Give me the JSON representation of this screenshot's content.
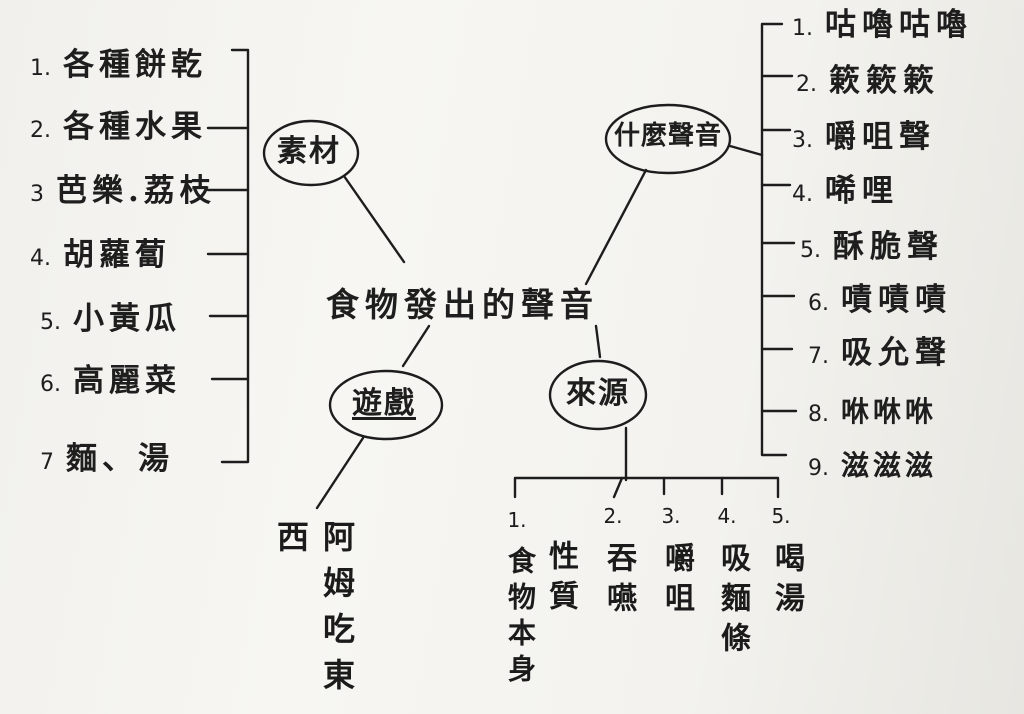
{
  "center": {
    "title": "食物發出的聲音"
  },
  "branches": {
    "materials": {
      "label": "素材",
      "items": [
        "各種餅乾",
        "各種水果",
        "芭樂.荔枝",
        "胡蘿蔔",
        "小黃瓜",
        "高麗菜",
        "麵、湯"
      ]
    },
    "sounds": {
      "label": "什麼聲音",
      "items": [
        "咕嚕咕嚕",
        "簌簌簌",
        "嚼咀聲",
        "唏哩",
        "酥脆聲",
        "嘖嘖嘖",
        "吸允聲",
        "咻咻咻",
        "滋滋滋"
      ]
    },
    "games": {
      "label": "遊戲",
      "items": [
        "阿姆吃東西"
      ]
    },
    "sources": {
      "label": "來源",
      "items": [
        "食物本身",
        "性質",
        "吞嚥",
        "嚼咀",
        "吸麵條",
        "喝湯"
      ]
    }
  },
  "numbers": {
    "left": [
      "1.",
      "2.",
      "3",
      "4.",
      "5.",
      "6.",
      "7"
    ],
    "right": [
      "1.",
      "2.",
      "3.",
      "4.",
      "5.",
      "6.",
      "7.",
      "8.",
      "9."
    ],
    "bottom": [
      "1.",
      "2.",
      "3.",
      "4.",
      "5."
    ]
  }
}
